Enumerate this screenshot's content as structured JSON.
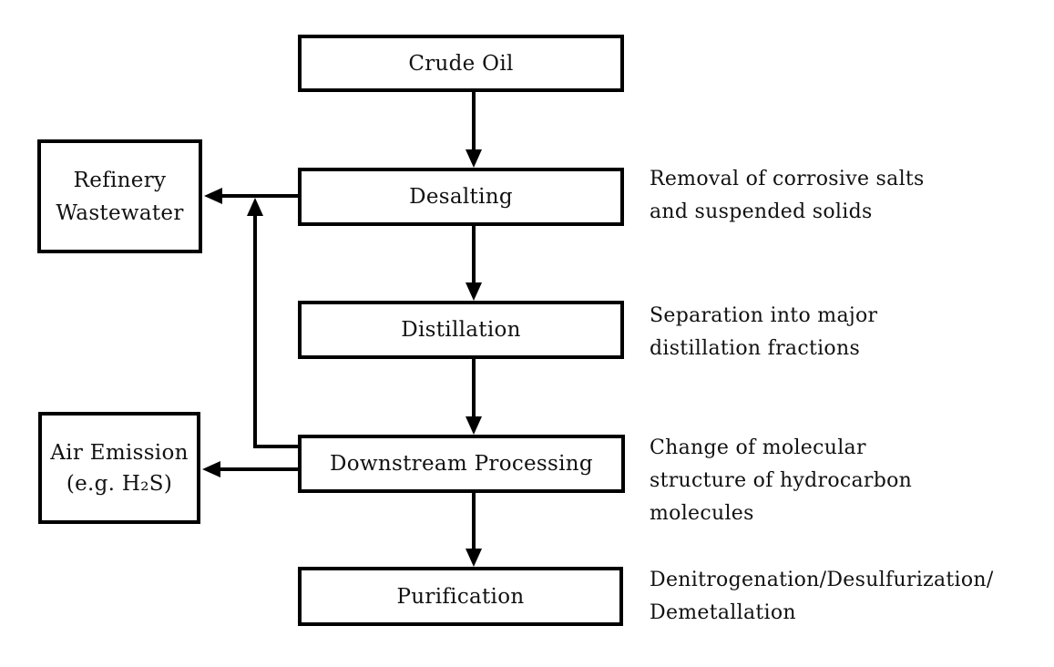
{
  "diagram": {
    "type": "flowchart",
    "subject": "Crude oil refining process",
    "colors": {
      "background": "#ffffff",
      "line": "#000000",
      "text": "#111111",
      "node_fill": "#ffffff"
    },
    "nodes": {
      "crude_oil": {
        "label": "Crude Oil"
      },
      "desalting": {
        "label": "Desalting"
      },
      "distillation": {
        "label": "Distillation"
      },
      "downstream_processing": {
        "label": "Downstream Processing"
      },
      "purification": {
        "label": "Purification"
      },
      "refinery_wastewater": {
        "label": "Refinery\nWastewater"
      },
      "air_emission": {
        "label": "Air Emission\n(e.g. H₂S)"
      }
    },
    "annotations": {
      "desalting_note": "Removal of corrosive salts\nand suspended solids",
      "distillation_note": "Separation into major\ndistillation fractions",
      "downstream_note": "Change of molecular\nstructure of hydrocarbon\nmolecules",
      "purification_note": "Denitrogenation/Desulfurization/\nDemetallation"
    },
    "edges": [
      {
        "from": "crude_oil",
        "to": "desalting",
        "direction": "down"
      },
      {
        "from": "desalting",
        "to": "distillation",
        "direction": "down"
      },
      {
        "from": "distillation",
        "to": "downstream_processing",
        "direction": "down"
      },
      {
        "from": "downstream_processing",
        "to": "purification",
        "direction": "down"
      },
      {
        "from": "desalting",
        "to": "refinery_wastewater",
        "direction": "left"
      },
      {
        "from": "downstream_processing",
        "to": "refinery_wastewater",
        "direction": "up-then-left"
      },
      {
        "from": "downstream_processing",
        "to": "air_emission",
        "direction": "left"
      }
    ]
  }
}
